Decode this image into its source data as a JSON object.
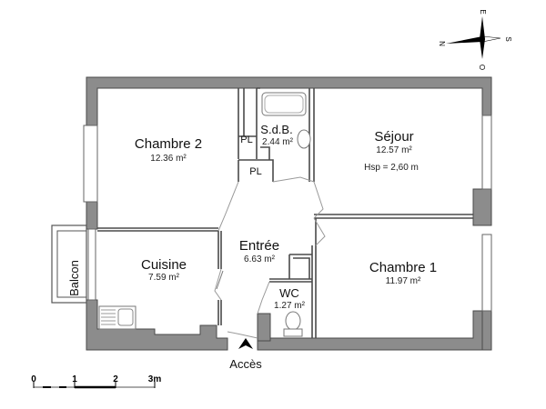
{
  "plan": {
    "rooms": [
      {
        "id": "chambre2",
        "name": "Chambre 2",
        "area": "12.36 m²"
      },
      {
        "id": "sdb",
        "name": "S.d.B.",
        "area": "2.44 m²"
      },
      {
        "id": "sejour",
        "name": "Séjour",
        "area": "12.57 m²",
        "extra": "Hsp =  2,60 m"
      },
      {
        "id": "entree",
        "name": "Entrée",
        "area": "6.63 m²"
      },
      {
        "id": "cuisine",
        "name": "Cuisine",
        "area": "7.59 m²"
      },
      {
        "id": "chambre1",
        "name": "Chambre 1",
        "area": "11.97 m²"
      },
      {
        "id": "wc",
        "name": "WC",
        "area": "1.27 m²"
      }
    ],
    "closets": [
      "PL",
      "PL"
    ],
    "balcony": "Balcon",
    "access": "Accès"
  },
  "compass": {
    "n": "N",
    "s": "S",
    "e": "E",
    "o": "O"
  },
  "scale": {
    "ticks": [
      "0",
      "1",
      "2",
      "3m"
    ]
  },
  "colors": {
    "wall": "#8c8c8c",
    "line": "#4a4a4a"
  }
}
